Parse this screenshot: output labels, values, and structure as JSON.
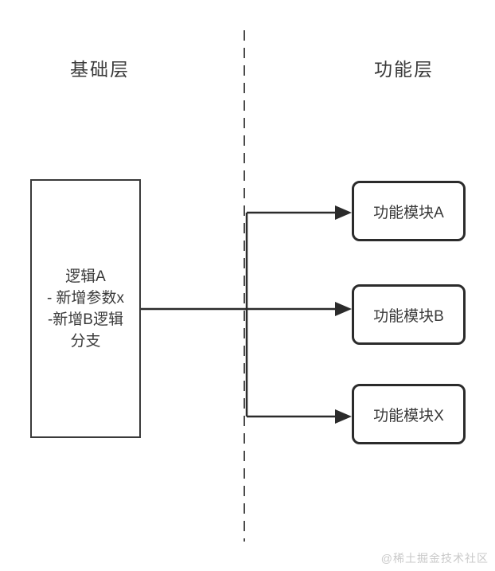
{
  "diagram": {
    "headers": {
      "base_layer": "基础层",
      "feature_layer": "功能层"
    },
    "logic_box": {
      "lines": [
        "逻辑A",
        "- 新增参数x",
        "-新增B逻辑",
        "分支"
      ]
    },
    "feature_boxes": [
      {
        "label": "功能模块A"
      },
      {
        "label": "功能模块B"
      },
      {
        "label": "功能模块X"
      }
    ],
    "connections": [
      {
        "from": "逻辑A",
        "to": "功能模块A"
      },
      {
        "from": "逻辑A",
        "to": "功能模块B"
      },
      {
        "from": "逻辑A",
        "to": "功能模块X"
      }
    ],
    "colors": {
      "background": "#ffffff",
      "ink": "#2b2b2b",
      "box_border": "#3a3a3a",
      "separator": "#4a4a4a",
      "watermark": "#c9c9c9"
    }
  },
  "watermark": {
    "text": "@稀土掘金技术社区"
  }
}
